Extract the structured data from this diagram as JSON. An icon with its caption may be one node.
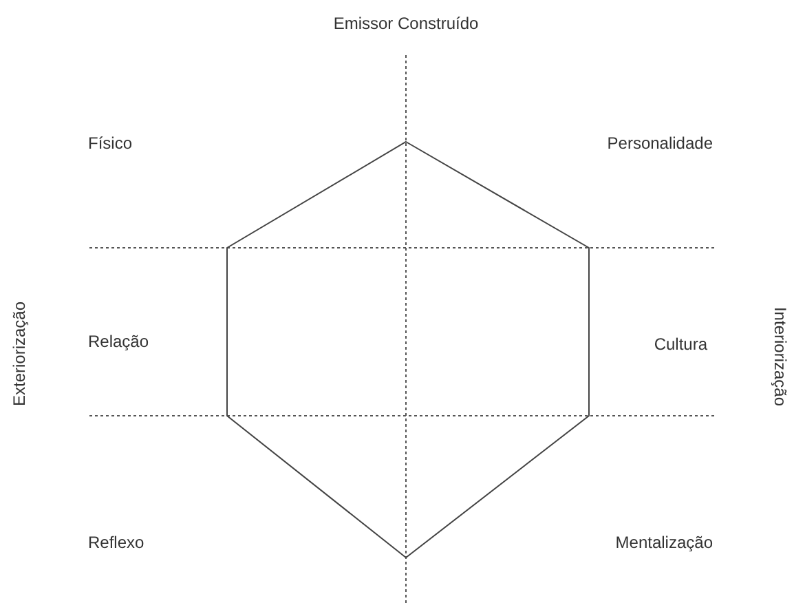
{
  "diagram": {
    "labels": [
      "Emissor Construído",
      "Físico",
      "Personalidade",
      "Exteriorização",
      "Relação",
      "Cultura",
      "Interiorização",
      "Reflexo",
      "Mentalização"
    ]
  }
}
